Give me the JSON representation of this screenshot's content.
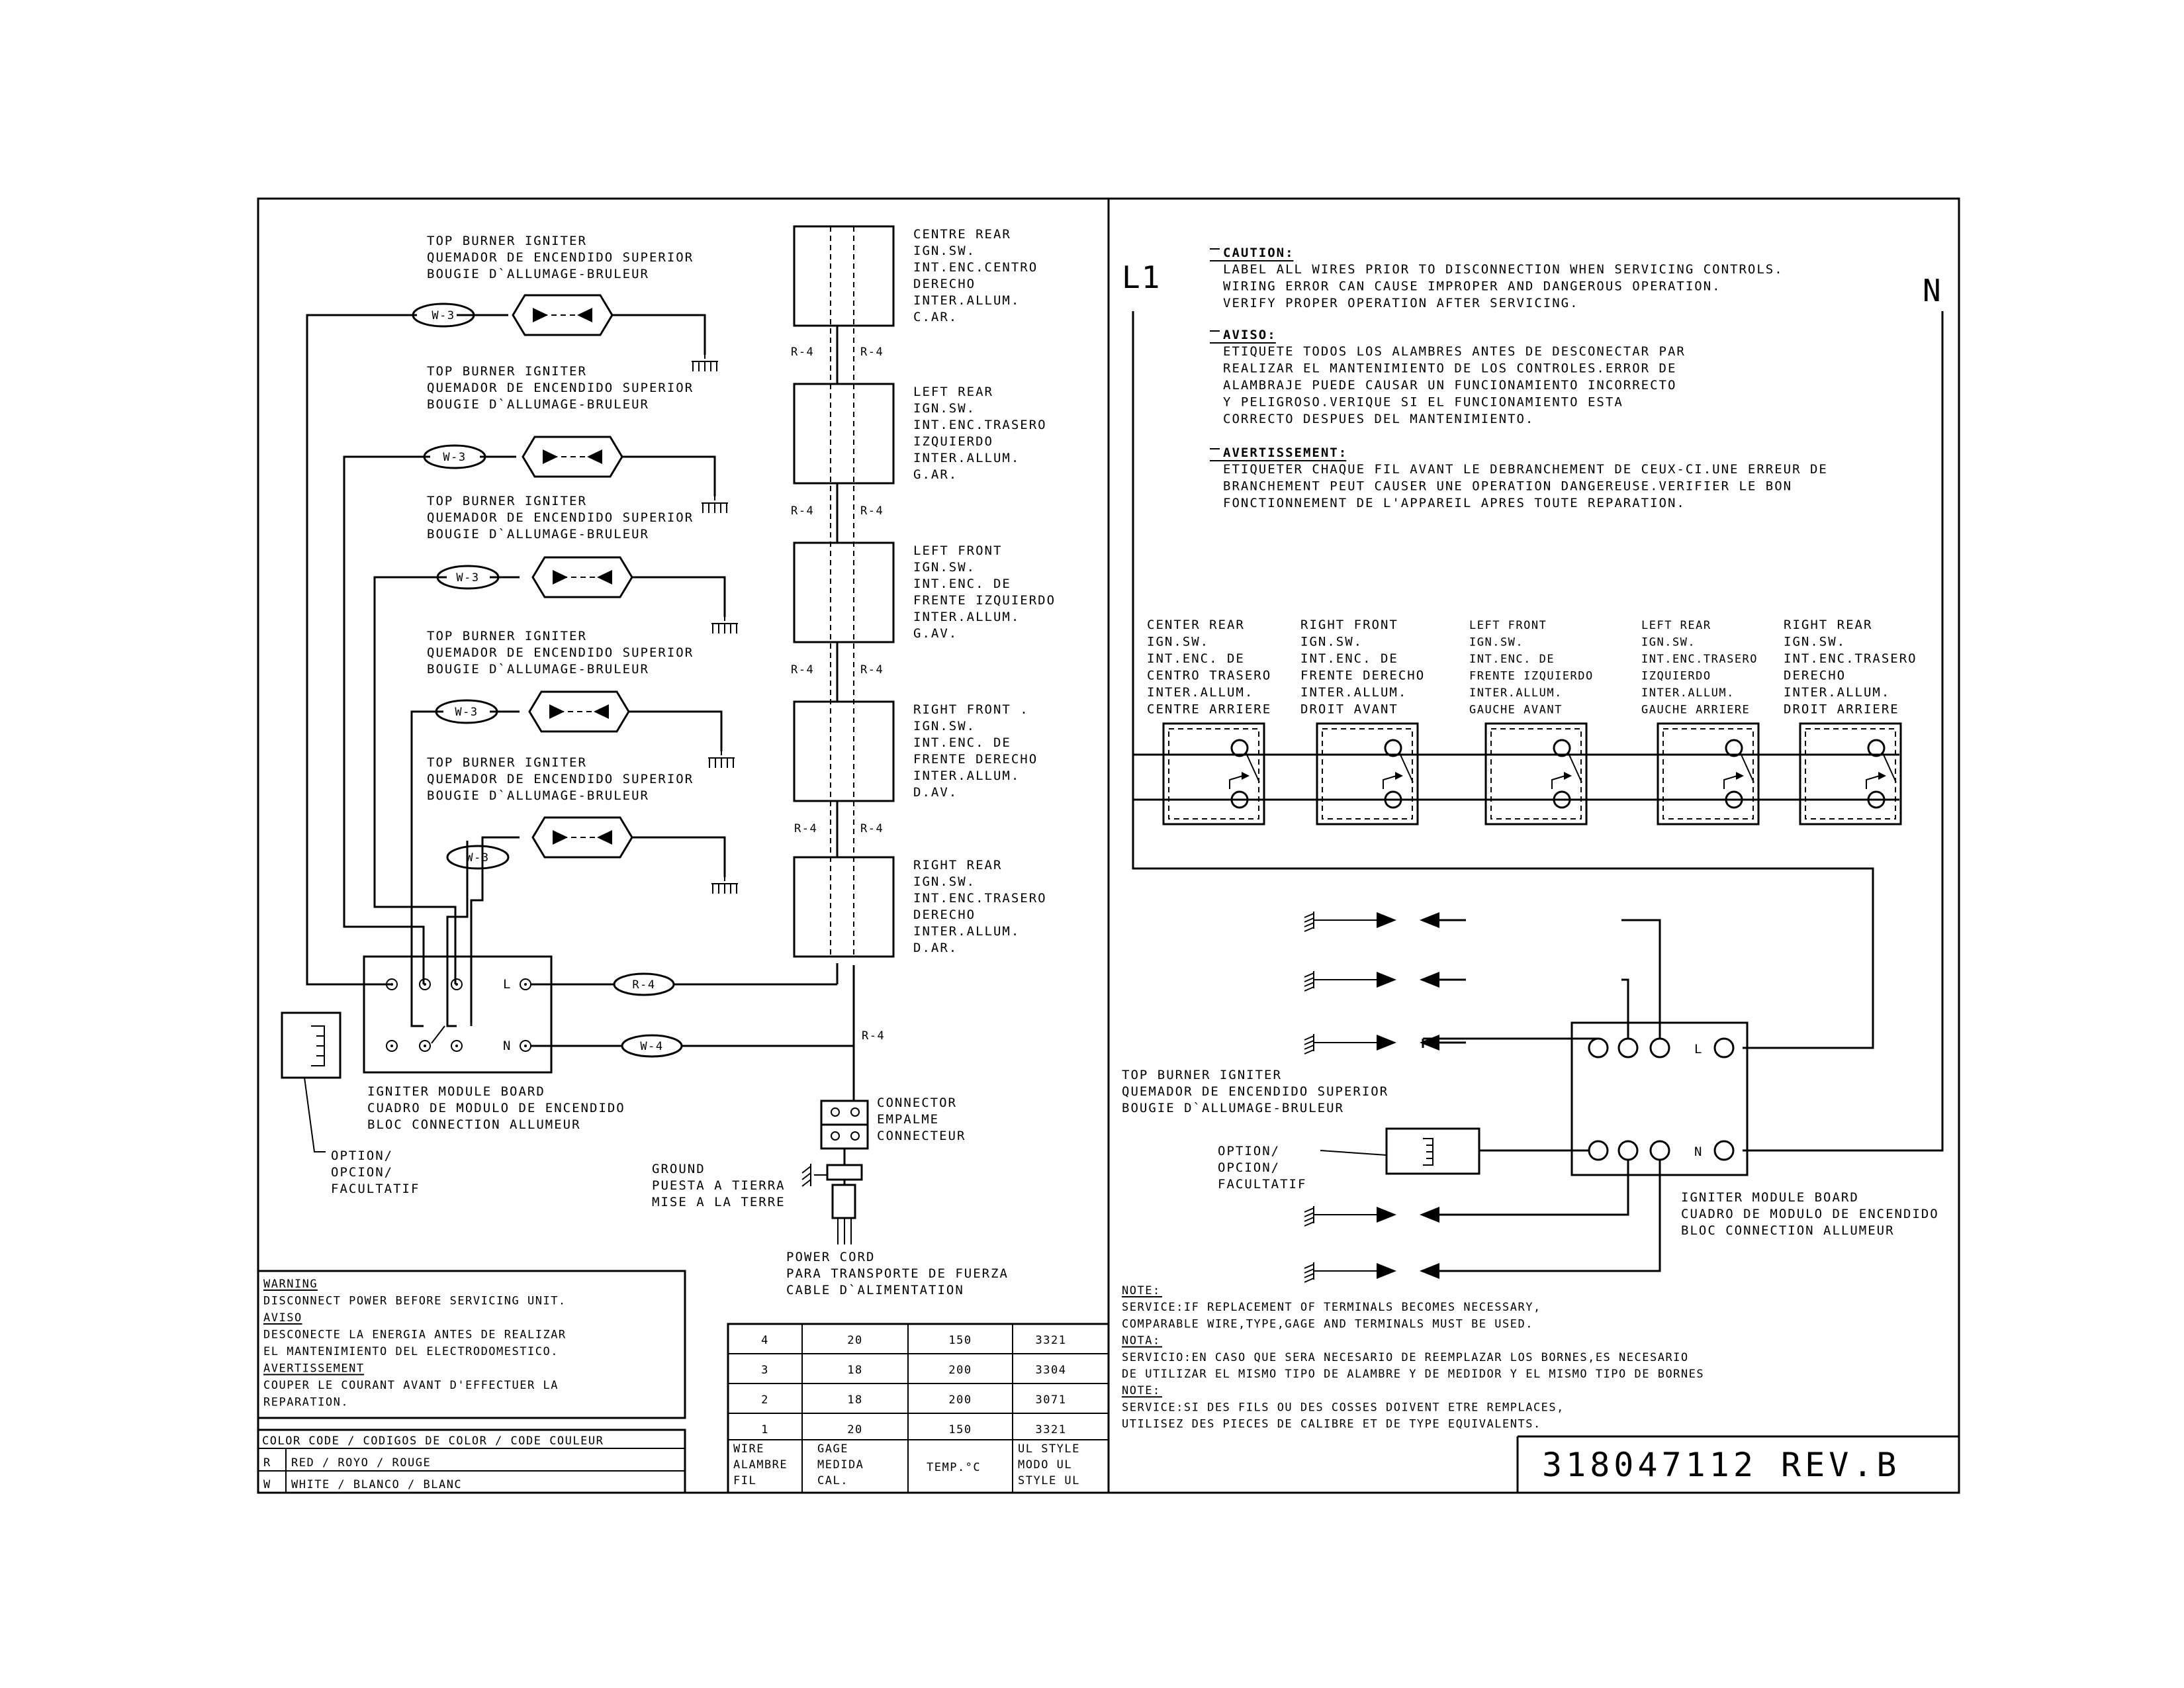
{
  "drawing": {
    "doc_number": "318047112 REV.B",
    "l1": "L1",
    "n": "N"
  },
  "left_burners": [
    {
      "wire": "W-3",
      "lines": [
        "TOP BURNER IGNITER",
        "QUEMADOR DE ENCENDIDO SUPERIOR",
        "BOUGIE D`ALLUMAGE-BRULEUR"
      ]
    },
    {
      "wire": "W-3",
      "lines": [
        "TOP BURNER IGNITER",
        "QUEMADOR DE ENCENDIDO SUPERIOR",
        "BOUGIE D`ALLUMAGE-BRULEUR"
      ]
    },
    {
      "wire": "W-3",
      "lines": [
        "TOP BURNER IGNITER",
        "QUEMADOR DE ENCENDIDO SUPERIOR",
        "BOUGIE D`ALLUMAGE-BRULEUR"
      ]
    },
    {
      "wire": "W-3",
      "lines": [
        "TOP BURNER IGNITER",
        "QUEMADOR DE ENCENDIDO SUPERIOR",
        "BOUGIE D`ALLUMAGE-BRULEUR"
      ]
    },
    {
      "wire": "W-3",
      "lines": [
        "TOP BURNER IGNITER",
        "QUEMADOR DE ENCENDIDO SUPERIOR",
        "BOUGIE D`ALLUMAGE-BRULEUR"
      ]
    }
  ],
  "switch_stack": [
    {
      "lines": [
        "CENTRE REAR",
        "IGN.SW.",
        "INT.ENC.CENTRO",
        "DERECHO",
        "INTER.ALLUM.",
        "C.AR."
      ]
    },
    {
      "lines": [
        "LEFT REAR",
        "IGN.SW.",
        "INT.ENC.TRASERO",
        "IZQUIERDO",
        "INTER.ALLUM.",
        "G.AR."
      ]
    },
    {
      "lines": [
        "LEFT FRONT",
        "IGN.SW.",
        "INT.ENC. DE",
        "FRENTE IZQUIERDO",
        "INTER.ALLUM.",
        "G.AV."
      ]
    },
    {
      "lines": [
        "RIGHT FRONT  .",
        "IGN.SW.",
        "INT.ENC. DE",
        "FRENTE DERECHO",
        "INTER.ALLUM.",
        "D.AV."
      ]
    },
    {
      "lines": [
        "RIGHT REAR",
        "IGN.SW.",
        "INT.ENC.TRASERO",
        "DERECHO",
        "INTER.ALLUM.",
        "D.AR."
      ]
    }
  ],
  "r4": "R-4",
  "w4": "W-4",
  "module_board": {
    "lines": [
      "IGNITER MODULE BOARD",
      "CUADRO DE MODULO DE ENCENDIDO",
      "BLOC CONNECTION ALLUMEUR"
    ],
    "l": "L",
    "n": "N"
  },
  "option": {
    "lines": [
      "OPTION/",
      "OPCION/",
      "FACULTATIF"
    ]
  },
  "connector": {
    "lines": [
      "CONNECTOR",
      "EMPALME",
      "CONNECTEUR"
    ]
  },
  "ground": {
    "lines": [
      "GROUND",
      "PUESTA A TIERRA",
      "MISE A LA TERRE"
    ]
  },
  "power_cord": {
    "lines": [
      "POWER CORD",
      "PARA TRANSPORTE DE FUERZA",
      "CABLE D`ALIMENTATION"
    ]
  },
  "warning": {
    "lines": [
      "WARNING",
      "DISCONNECT POWER BEFORE SERVICING UNIT.",
      "AVISO",
      "DESCONECTE LA ENERGIA ANTES DE REALIZAR",
      "EL MANTENIMIENTO DEL ELECTRODOMESTICO.",
      "AVERTISSEMENT",
      "COUPER LE COURANT AVANT D'EFFECTUER LA",
      "REPARATION."
    ]
  },
  "color_code": {
    "title": "COLOR CODE / CODIGOS DE COLOR / CODE COULEUR",
    "rows": [
      {
        "code": "R",
        "name": "RED / ROYO / ROUGE"
      },
      {
        "code": "W",
        "name": "WHITE / BLANCO / BLANC"
      }
    ]
  },
  "wire_table": {
    "rows": [
      [
        "4",
        "20",
        "150",
        "3321"
      ],
      [
        "3",
        "18",
        "200",
        "3304"
      ],
      [
        "2",
        "18",
        "200",
        "3071"
      ],
      [
        "1",
        "20",
        "150",
        "3321"
      ]
    ],
    "headers": [
      [
        "WIRE",
        "ALAMBRE",
        "FIL"
      ],
      [
        "GAGE",
        "MEDIDA",
        "CAL."
      ],
      [
        "TEMP.°C"
      ],
      [
        "UL STYLE",
        "MODO UL",
        "STYLE UL"
      ]
    ]
  },
  "caution": {
    "title": "CAUTION:",
    "lines": [
      "LABEL ALL WIRES PRIOR TO DISCONNECTION WHEN SERVICING CONTROLS.",
      "WIRING ERROR CAN CAUSE IMPROPER AND DANGEROUS OPERATION.",
      "VERIFY PROPER OPERATION AFTER SERVICING."
    ]
  },
  "aviso": {
    "title": "AVISO:",
    "lines": [
      "ETIQUETE TODOS LOS ALAMBRES ANTES DE DESCONECTAR PAR",
      "REALIZAR EL MANTENIMIENTO DE LOS CONTROLES.ERROR DE",
      "ALAMBRAJE PUEDE CAUSAR UN FUNCIONAMIENTO INCORRECTO",
      "Y PELIGROSO.VERIQUE SI EL FUNCIONAMIENTO ESTA",
      "CORRECTO DESPUES DEL MANTENIMIENTO."
    ]
  },
  "avertissement": {
    "title": "AVERTISSEMENT:",
    "lines": [
      "ETIQUETER CHAQUE FIL AVANT LE DEBRANCHEMENT DE CEUX-CI.UNE ERREUR DE",
      "BRANCHEMENT PEUT CAUSER UNE OPERATION DANGEREUSE.VERIFIER LE BON",
      "FONCTIONNEMENT DE L'APPAREIL APRES TOUTE REPARATION."
    ]
  },
  "right_switches": [
    {
      "lines": [
        "CENTER REAR",
        "IGN.SW.",
        "INT.ENC. DE",
        "CENTRO TRASERO",
        "INTER.ALLUM.",
        "CENTRE ARRIERE"
      ]
    },
    {
      "lines": [
        "RIGHT FRONT",
        "IGN.SW.",
        "INT.ENC. DE",
        "FRENTE DERECHO",
        "INTER.ALLUM.",
        "DROIT AVANT"
      ]
    },
    {
      "lines": [
        "LEFT FRONT",
        "IGN.SW.",
        "INT.ENC. DE",
        "FRENTE IZQUIERDO",
        "INTER.ALLUM.",
        "GAUCHE AVANT"
      ]
    },
    {
      "lines": [
        "LEFT REAR",
        "IGN.SW.",
        "INT.ENC.TRASERO",
        "IZQUIERDO",
        "INTER.ALLUM.",
        "GAUCHE ARRIERE"
      ]
    },
    {
      "lines": [
        "RIGHT REAR",
        "IGN.SW.",
        "INT.ENC.TRASERO",
        "DERECHO",
        "INTER.ALLUM.",
        "DROIT ARRIERE"
      ]
    }
  ],
  "right_igniter": {
    "lines": [
      "TOP BURNER IGNITER",
      "QUEMADOR DE ENCENDIDO SUPERIOR",
      "BOUGIE D`ALLUMAGE-BRULEUR"
    ]
  },
  "right_module": {
    "lines": [
      "IGNITER MODULE BOARD",
      "CUADRO DE MODULO DE ENCENDIDO",
      "BLOC CONNECTION ALLUMEUR"
    ],
    "l": "L",
    "n": "N"
  },
  "right_option": {
    "lines": [
      "OPTION/",
      "OPCION/",
      "FACULTATIF"
    ]
  },
  "notes": {
    "lines": [
      "NOTE:",
      "SERVICE:IF REPLACEMENT OF TERMINALS BECOMES NECESSARY,",
      "COMPARABLE WIRE,TYPE,GAGE AND TERMINALS MUST BE USED.",
      "NOTA:",
      "SERVICIO:EN CASO QUE SERA NECESARIO DE REEMPLAZAR LOS BORNES,ES NECESARIO",
      "DE UTILIZAR EL MISMO TIPO DE ALAMBRE Y DE MEDIDOR Y EL MISMO TIPO DE BORNES",
      "NOTE:",
      "SERVICE:SI DES FILS OU DES COSSES DOIVENT ETRE REMPLACES,",
      "UTILISEZ DES PIECES DE CALIBRE ET DE TYPE EQUIVALENTS."
    ]
  }
}
